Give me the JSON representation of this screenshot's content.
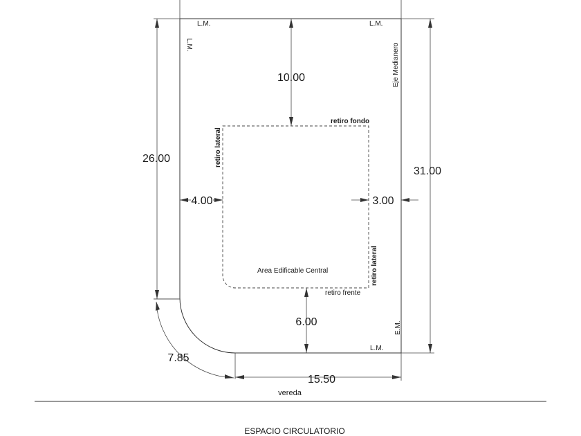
{
  "labels": {
    "lm_top_left": "L.M.",
    "lm_top_right": "L.M.",
    "lm_left_vertical": "L.M.",
    "eje_medianero": "Eje Medianero",
    "em": "E.M.",
    "lm_bottom": "L.M.",
    "retiro_fondo": "retiro fondo",
    "retiro_lateral_left": "retiro lateral",
    "retiro_lateral_right": "retiro lateral",
    "retiro_frente": "retiro frente",
    "area_edificable": "Area Edificable Central",
    "vereda": "vereda",
    "espacio": "ESPACIO CIRCULATORIO"
  },
  "dimensions": {
    "top_setback": "10.00",
    "left_height": "26.00",
    "right_height": "31.00",
    "left_setback": "4.00",
    "right_setback": "3.00",
    "front_setback": "6.00",
    "arc_length": "7.85",
    "bottom_width": "15.50"
  }
}
